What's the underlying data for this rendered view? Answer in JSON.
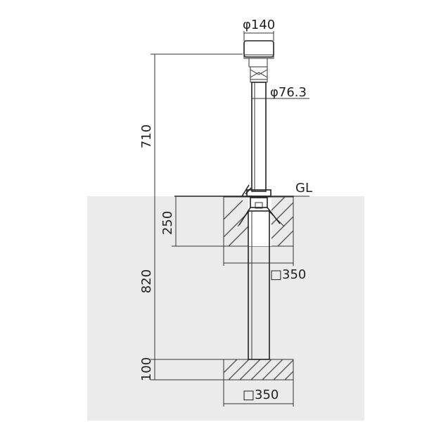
{
  "labels": {
    "cap_diameter": "φ140",
    "pipe_diameter": "φ76.3",
    "ground_level": "GL",
    "height_above": "710",
    "footing_depth": "250",
    "embed_depth": "820",
    "base_thickness": "100",
    "footing_width": "□350",
    "base_width": "□350"
  },
  "colors": {
    "ground_fill": "#ebebeb",
    "line": "#333333",
    "post_fill": "#ffffff"
  }
}
